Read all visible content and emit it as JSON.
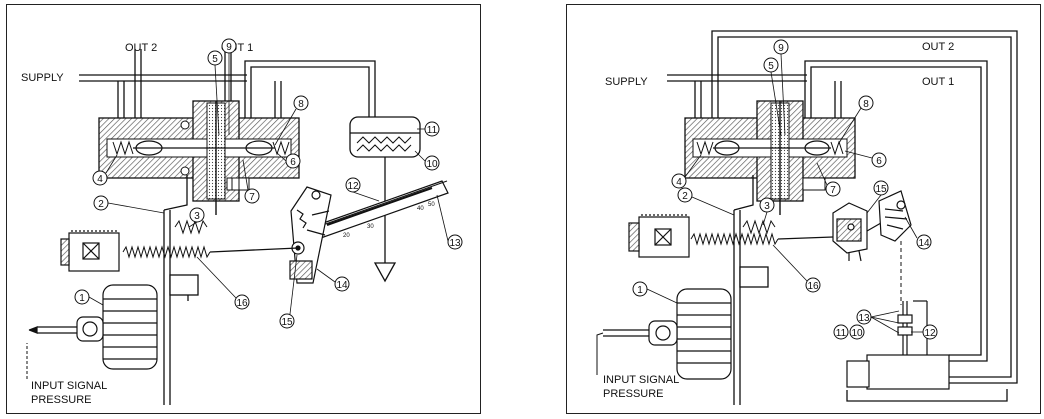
{
  "colors": {
    "line": "#111111",
    "hatch": "#555555",
    "fill": "#ffffff"
  },
  "left": {
    "labels": {
      "out2": "OUT 2",
      "out1": "OUT 1",
      "supply": "SUPPLY",
      "input_line1": "INPUT SIGNAL",
      "input_line2": "PRESSURE"
    },
    "scale_ticks": [
      "20",
      "30",
      "40",
      "50"
    ],
    "callouts": {
      "c1": "1",
      "c2": "2",
      "c3": "3",
      "c4": "4",
      "c5": "5",
      "c6": "6",
      "c7": "7",
      "c8": "8",
      "c9": "9",
      "c10": "10",
      "c11": "11",
      "c12": "12",
      "c13": "13",
      "c14": "14",
      "c15": "15",
      "c16": "16"
    }
  },
  "right": {
    "labels": {
      "out2": "OUT 2",
      "out1": "OUT 1",
      "supply": "SUPPLY",
      "input_line1": "INPUT SIGNAL",
      "input_line2": "PRESSURE"
    },
    "callouts": {
      "c1": "1",
      "c2": "2",
      "c3": "3",
      "c4": "4",
      "c5": "5",
      "c6": "6",
      "c7": "7",
      "c8": "8",
      "c9": "9",
      "c10": "10",
      "c11": "11",
      "c12": "12",
      "c13": "13",
      "c14": "14",
      "c15": "15",
      "c16": "16"
    }
  }
}
